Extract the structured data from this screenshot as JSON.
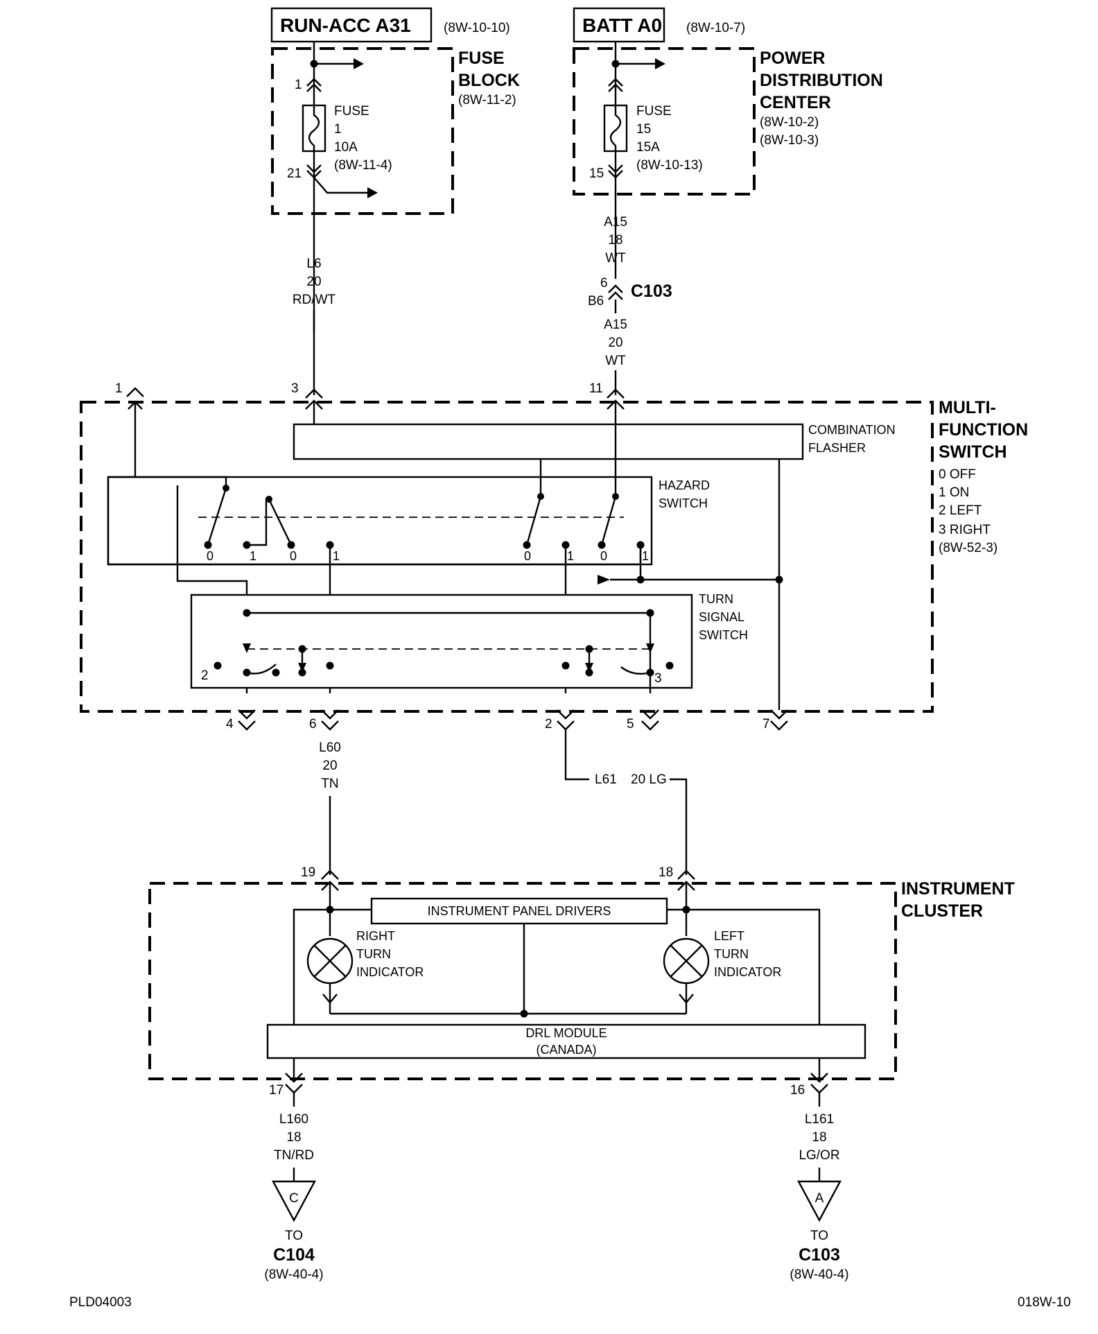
{
  "headers": {
    "run_acc": "RUN-ACC A31",
    "run_acc_ref": "(8W-10-10)",
    "batt": "BATT A0",
    "batt_ref": "(8W-10-7)"
  },
  "fuse_block": {
    "title_line1": "FUSE",
    "title_line2": "BLOCK",
    "ref": "(8W-11-2)",
    "pin_in": "1",
    "pin_out": "21",
    "fuse_label": "FUSE",
    "fuse_number": "1",
    "fuse_rating": "10A",
    "fuse_ref": "(8W-11-4)"
  },
  "pdc": {
    "title_line1": "POWER",
    "title_line2": "DISTRIBUTION",
    "title_line3": "CENTER",
    "ref1": "(8W-10-2)",
    "ref2": "(8W-10-3)",
    "pin_out": "15",
    "fuse_label": "FUSE",
    "fuse_number": "15",
    "fuse_rating": "15A",
    "fuse_ref": "(8W-10-13)"
  },
  "wires": {
    "l6": [
      "L6",
      "20",
      "RD/WT"
    ],
    "a15_upper": [
      "A15",
      "18",
      "WT"
    ],
    "a15_lower": [
      "A15",
      "20",
      "WT"
    ],
    "l60": [
      "L60",
      "20",
      "TN"
    ],
    "l61_name": "L61",
    "l61_gauge_color": "20 LG",
    "l160": [
      "L160",
      "18",
      "TN/RD"
    ],
    "l161": [
      "L161",
      "18",
      "LG/OR"
    ]
  },
  "connector_c103": {
    "name": "C103",
    "pin_top": "6",
    "pin_bottom": "B6"
  },
  "multifunction_switch": {
    "title_line1": "MULTI-",
    "title_line2": "FUNCTION",
    "title_line3": "SWITCH",
    "positions": [
      "0 OFF",
      "1 ON",
      "2 LEFT",
      "3 RIGHT"
    ],
    "ref": "(8W-52-3)",
    "pins_top": [
      "1",
      "3",
      "11"
    ],
    "pins_bottom": [
      "4",
      "6",
      "2",
      "5",
      "7"
    ],
    "combination_flasher_line1": "COMBINATION",
    "combination_flasher_line2": "FLASHER",
    "hazard_switch_line1": "HAZARD",
    "hazard_switch_line2": "SWITCH",
    "hazard_contacts": [
      "0",
      "1",
      "0",
      "1",
      "0",
      "1",
      "0",
      "1"
    ],
    "turn_signal_line1": "TURN",
    "turn_signal_line2": "SIGNAL",
    "turn_signal_line3": "SWITCH",
    "turn_left_pos": "2",
    "turn_right_pos": "3"
  },
  "instrument_cluster": {
    "title_line1": "INSTRUMENT",
    "title_line2": "CLUSTER",
    "pin_in_right": "19",
    "pin_in_left": "18",
    "pin_out_right": "17",
    "pin_out_left": "16",
    "panel_drivers": "INSTRUMENT PANEL DRIVERS",
    "right_indicator": [
      "RIGHT",
      "TURN",
      "INDICATOR"
    ],
    "left_indicator": [
      "LEFT",
      "TURN",
      "INDICATOR"
    ],
    "drl_line1": "DRL MODULE",
    "drl_line2": "(CANADA)"
  },
  "destinations": {
    "c_letter": "C",
    "c_to": "TO",
    "c_name": "C104",
    "c_ref": "(8W-40-4)",
    "a_letter": "A",
    "a_to": "TO",
    "a_name": "C103",
    "a_ref": "(8W-40-4)"
  },
  "footer": {
    "left_code": "PLD04003",
    "right_code": "018W-10"
  }
}
